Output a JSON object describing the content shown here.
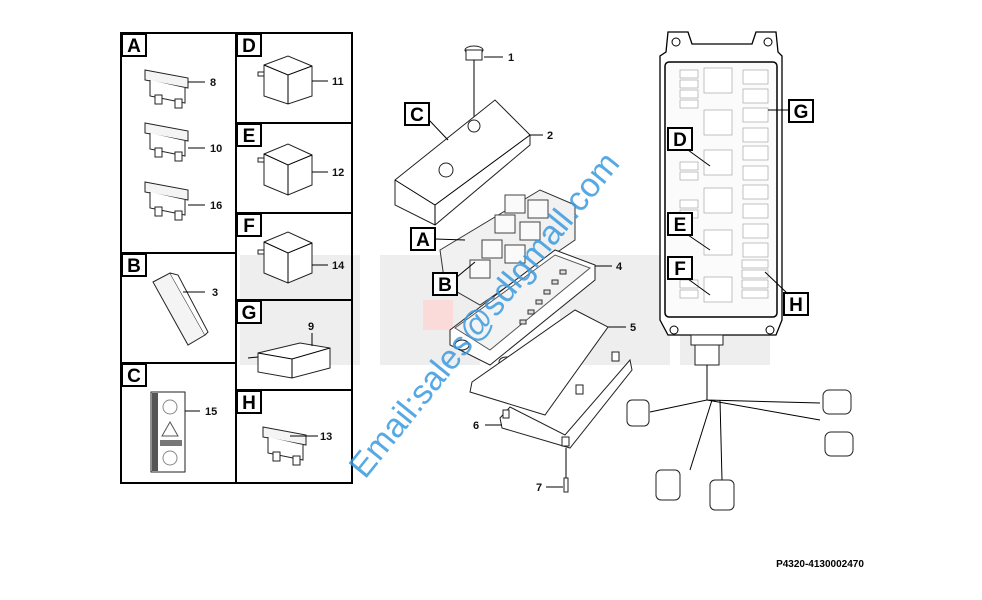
{
  "panels": {
    "A": {
      "letter": "A",
      "callouts": [
        "8",
        "10",
        "16"
      ]
    },
    "B": {
      "letter": "B",
      "callouts": [
        "3"
      ]
    },
    "C": {
      "letter": "C",
      "callouts": [
        "15"
      ]
    },
    "D": {
      "letter": "D",
      "callouts": [
        "11"
      ]
    },
    "E": {
      "letter": "E",
      "callouts": [
        "12"
      ]
    },
    "F": {
      "letter": "F",
      "callouts": [
        "14"
      ]
    },
    "G": {
      "letter": "G",
      "callouts": [
        "9"
      ]
    },
    "H": {
      "letter": "H",
      "callouts": [
        "13"
      ]
    }
  },
  "exploded": {
    "callouts": [
      "1",
      "2",
      "4",
      "5",
      "6",
      "7"
    ],
    "letters": [
      "C",
      "A",
      "B"
    ]
  },
  "fusebox_layout": {
    "letters": [
      "G",
      "D",
      "E",
      "F",
      "H"
    ]
  },
  "watermark": "Email:sales@sdlgmall.com",
  "footer": {
    "part_code": "P4320-4130002470"
  }
}
